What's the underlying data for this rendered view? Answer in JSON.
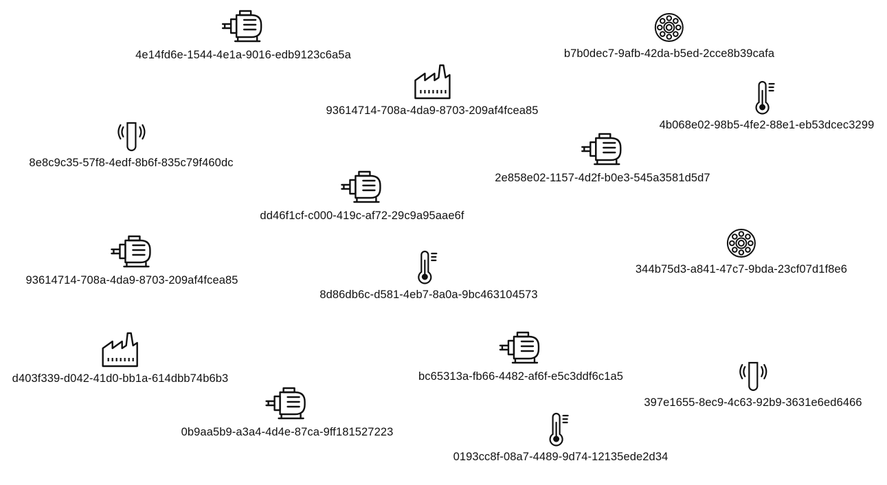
{
  "palette": {
    "stroke": "#111111",
    "text": "#111111",
    "background": "#ffffff"
  },
  "nodes": [
    {
      "icon": "motor-icon",
      "label": "4e14fd6e-1544-4e1a-9016-edb9123c6a5a"
    },
    {
      "icon": "bearing-icon",
      "label": "b7b0dec7-9afb-42da-b5ed-2cce8b39cafa"
    },
    {
      "icon": "factory-icon",
      "label": "93614714-708a-4da9-8703-209af4fcea85"
    },
    {
      "icon": "thermometer-icon",
      "label": "4b068e02-98b5-4fe2-88e1-eb53dcec3299"
    },
    {
      "icon": "sensor-icon",
      "label": "8e8c9c35-57f8-4edf-8b6f-835c79f460dc"
    },
    {
      "icon": "motor-icon",
      "label": "2e858e02-1157-4d2f-b0e3-545a3581d5d7"
    },
    {
      "icon": "motor-icon",
      "label": "dd46f1cf-c000-419c-af72-29c9a95aae6f"
    },
    {
      "icon": "bearing-icon",
      "label": "344b75d3-a841-47c7-9bda-23cf07d1f8e6"
    },
    {
      "icon": "motor-icon",
      "label": "93614714-708a-4da9-8703-209af4fcea85"
    },
    {
      "icon": "thermometer-icon",
      "label": "8d86db6c-d581-4eb7-8a0a-9bc463104573"
    },
    {
      "icon": "factory-icon",
      "label": "d403f339-d042-41d0-bb1a-614dbb74b6b3"
    },
    {
      "icon": "motor-icon",
      "label": "bc65313a-fb66-4482-af6f-e5c3ddf6c1a5"
    },
    {
      "icon": "sensor-icon",
      "label": "397e1655-8ec9-4c63-92b9-3631e6ed6466"
    },
    {
      "icon": "motor-icon",
      "label": "0b9aa5b9-a3a4-4d4e-87ca-9ff181527223"
    },
    {
      "icon": "thermometer-icon",
      "label": "0193cc8f-08a7-4489-9d74-12135ede2d34"
    }
  ]
}
